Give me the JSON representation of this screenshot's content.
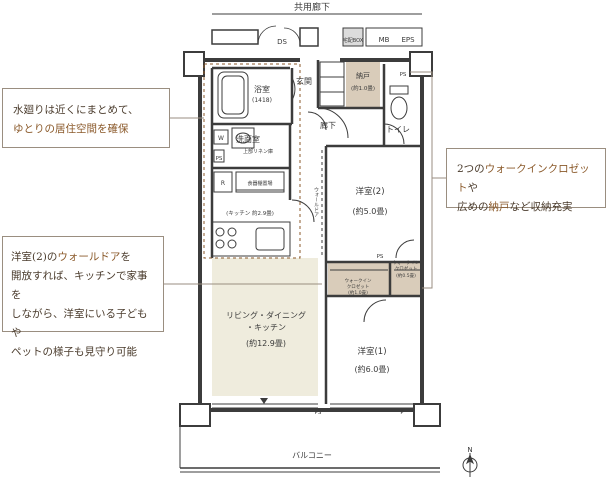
{
  "notes": {
    "water": {
      "line1": "水廻りは近くにまとめて、",
      "line2a": "ゆとりの居住空間を",
      "line2b": "確保"
    },
    "storage": {
      "line1a": "2つの",
      "line1b": "ウォークインクロゼット",
      "line1c": "や",
      "line2a": "広めの",
      "line2b": "納戸",
      "line2c": "など収納充実"
    },
    "door": {
      "l1a": "洋室(2)の",
      "l1b": "ウォールドア",
      "l1c": "を",
      "l2": "開放すれば、キッチンで家事を",
      "l3": "しながら、洋室にいる子どもや",
      "l4": "ペットの様子も見守り可能"
    }
  },
  "plan": {
    "corridor": "共用廊下",
    "balcony": "バルコニー",
    "north": "N",
    "ds": "DS",
    "meter_box": "MB",
    "eps": "EPS",
    "delivery_box": "宅配BOX",
    "entrance": "玄関",
    "hallway": "廊下",
    "storeroom": "納戸",
    "storeroom_size": "(約1.0畳)",
    "bathroom": "浴室",
    "bathroom_size": "(1418)",
    "washroom": "洗面室",
    "toilet": "トイレ",
    "washer": "W",
    "refrigerator": "R",
    "ps": "PS",
    "p": "P",
    "linen": "上部リネン庫",
    "dish_storage": "食器棚置場",
    "kitchen": "(キッチン 約2.9畳)",
    "wall_door": "ウォールドア",
    "room2": "洋室(2)",
    "room2_size": "(約5.0畳)",
    "room1": "洋室(1)",
    "room1_size": "(約6.0畳)",
    "ldk1": "リビング・ダイニング",
    "ldk2": "・キッチン",
    "ldk_size": "(約12.9畳)",
    "wic_a1": "ウォークイン",
    "wic_a2": "クロゼット",
    "wic_a3": "(約0.5畳)",
    "wic_b1": "ウォークイン",
    "wic_b2": "クロゼット",
    "wic_b3": "(約1.0畳)"
  },
  "colors": {
    "wall": "#3c3c3c",
    "storage_fill": "#d9ccba",
    "ldk_fill": "#efecdd",
    "accent": "#8b5a2b",
    "leader": "#9a8e80"
  }
}
